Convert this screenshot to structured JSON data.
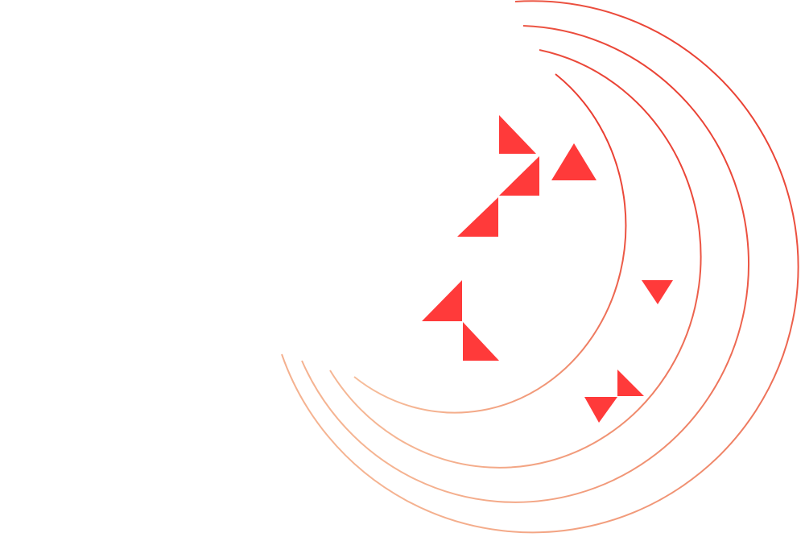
{
  "colors": {
    "background": "#ffffff",
    "triangle": "#ff3a3a",
    "arc_inner": "#f0b08a",
    "arc_outer": "#e8312a"
  },
  "shapes": {
    "arcs": [
      "decorative-arc",
      "decorative-arc",
      "decorative-arc",
      "decorative-arc"
    ],
    "triangles": [
      "triangle-icon",
      "triangle-icon",
      "triangle-icon",
      "triangle-icon",
      "triangle-icon",
      "triangle-icon",
      "triangle-icon",
      "triangle-icon",
      "triangle-icon"
    ]
  }
}
